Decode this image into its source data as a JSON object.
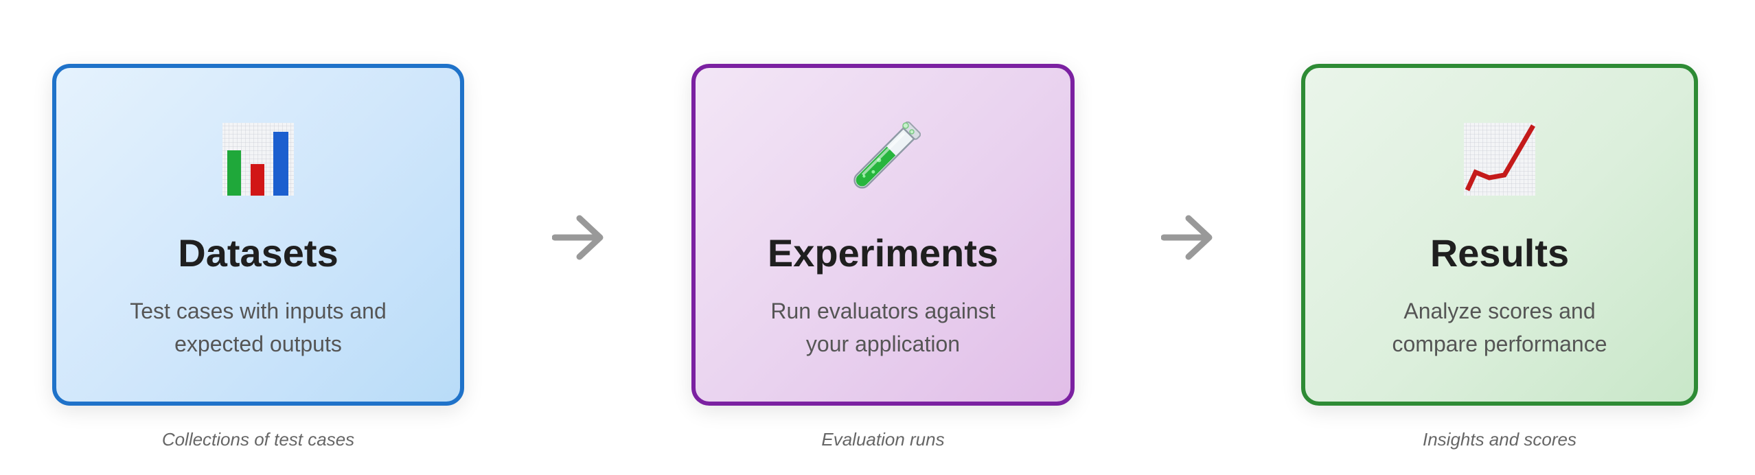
{
  "stages": [
    {
      "title": "Datasets",
      "description": "Test cases with inputs and expected outputs",
      "caption": "Collections of test cases",
      "icon": "bar-chart-icon",
      "accent": "#1f72c9"
    },
    {
      "title": "Experiments",
      "description": "Run evaluators against your application",
      "caption": "Evaluation runs",
      "icon": "test-tube-icon",
      "accent": "#7b21a1"
    },
    {
      "title": "Results",
      "description": "Analyze scores and compare performance",
      "caption": "Insights and scores",
      "icon": "trend-chart-icon",
      "accent": "#2e8b35"
    }
  ],
  "connectors": [
    {
      "icon": "right-arrow-icon",
      "color": "#999999"
    },
    {
      "icon": "right-arrow-icon",
      "color": "#999999"
    }
  ]
}
